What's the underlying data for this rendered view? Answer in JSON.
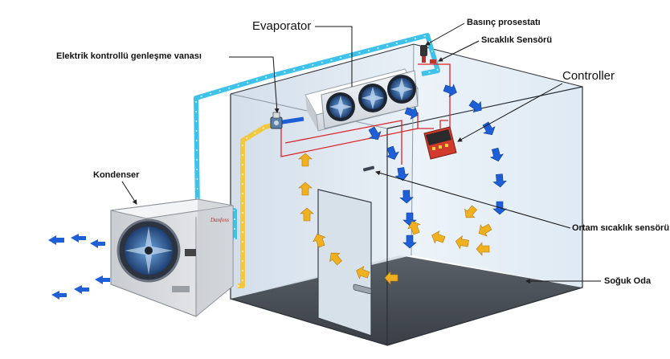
{
  "labels": {
    "evaporator": "Evaporator",
    "pressure_switch": "Basınç prosestatı",
    "temp_sensor": "Sıcaklık Sensörü",
    "expansion_valve": "Elektrik kontrollü genleşme vanası",
    "controller": "Controller",
    "condenser": "Kondenser",
    "ambient_sensor": "Ortam sıcaklık sensörü",
    "cold_room": "Soğuk Oda"
  },
  "condenser_brand": "Danfoss",
  "colors": {
    "pipe_liquid": "#f2c840",
    "pipe_suction": "#3fc2ea",
    "cold_air": "#1e5fd8",
    "warm_air": "#f0b020",
    "wiring": "#d8262a",
    "room_wall": "#dfe9f3",
    "floor": "#4a5058"
  }
}
